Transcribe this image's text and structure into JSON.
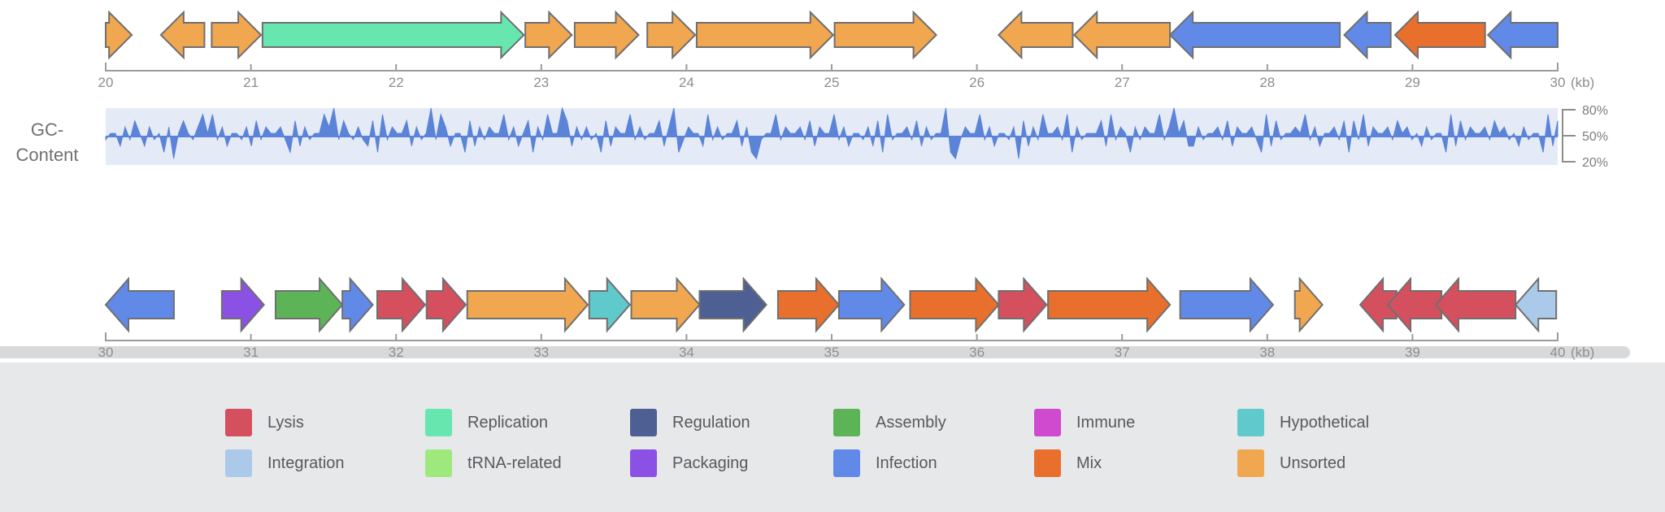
{
  "app": {
    "description": "phage genome annotation map with GC-content track and functional category legend"
  },
  "style": {
    "axis_color": "#9b9b9b",
    "arrow_outline": "#6f6f6f",
    "scrollbar_color": "#d8d9db",
    "legend_background": "#e7e8ea"
  },
  "category_colors": {
    "lysis": "#d5505f",
    "replication": "#67e6af",
    "regulation": "#4e5f93",
    "assembly": "#5db457",
    "immune": "#d04ad0",
    "hypothetical": "#5fc9cb",
    "integration": "#abc9e9",
    "trna_related": "#9de97d",
    "packaging": "#8b50e4",
    "infection": "#6189e8",
    "mix": "#e8702c",
    "unsorted": "#f1a74f"
  },
  "gc_track": {
    "label_lines": [
      "GC-",
      "Content"
    ],
    "band_color": "#e4ebf7",
    "area_color": "#5b83d8",
    "axis_tick_labels": [
      "80%",
      "50%",
      "20%"
    ]
  },
  "chart_data": [
    {
      "type": "gene_map",
      "title": "upper gene arrow track",
      "x_range_kb": [
        20,
        30
      ],
      "ticks": [
        20,
        21,
        22,
        23,
        24,
        25,
        26,
        27,
        28,
        29,
        30
      ],
      "axis_unit": "(kb)",
      "genes": [
        {
          "start_kb": 20.0,
          "end_kb": 20.18,
          "strand": "+",
          "category": "unsorted"
        },
        {
          "start_kb": 20.38,
          "end_kb": 20.68,
          "strand": "-",
          "category": "unsorted"
        },
        {
          "start_kb": 20.73,
          "end_kb": 21.07,
          "strand": "+",
          "category": "unsorted"
        },
        {
          "start_kb": 21.08,
          "end_kb": 22.88,
          "strand": "+",
          "category": "replication"
        },
        {
          "start_kb": 22.89,
          "end_kb": 23.21,
          "strand": "+",
          "category": "unsorted"
        },
        {
          "start_kb": 23.23,
          "end_kb": 23.67,
          "strand": "+",
          "category": "unsorted"
        },
        {
          "start_kb": 23.73,
          "end_kb": 24.06,
          "strand": "+",
          "category": "unsorted"
        },
        {
          "start_kb": 24.07,
          "end_kb": 25.01,
          "strand": "+",
          "category": "unsorted"
        },
        {
          "start_kb": 25.02,
          "end_kb": 25.72,
          "strand": "+",
          "category": "unsorted"
        },
        {
          "start_kb": 26.15,
          "end_kb": 26.66,
          "strand": "-",
          "category": "unsorted"
        },
        {
          "start_kb": 26.67,
          "end_kb": 27.33,
          "strand": "-",
          "category": "unsorted"
        },
        {
          "start_kb": 27.33,
          "end_kb": 28.5,
          "strand": "-",
          "category": "infection"
        },
        {
          "start_kb": 28.53,
          "end_kb": 28.85,
          "strand": "-",
          "category": "infection"
        },
        {
          "start_kb": 28.88,
          "end_kb": 29.5,
          "strand": "-",
          "category": "mix"
        },
        {
          "start_kb": 29.52,
          "end_kb": 30.0,
          "strand": "-",
          "category": "infection"
        }
      ]
    },
    {
      "type": "area",
      "title": "GC-Content",
      "x_range_kb": [
        20,
        30
      ],
      "y_range_percent": [
        20,
        80
      ],
      "baseline_percent": 50,
      "y_tick_labels": [
        "80%",
        "50%",
        "20%"
      ],
      "encoding": "each digit d maps to 20 + d*60/9 percent GC, points evenly spaced along the track",
      "profile_digits": "455364753645261575468584635546374655642736455869475464372846557364594863552736465584635726485597364645273655846455736924655384645573621455846556473655846355463728455647364559214655846355461736485564826455573846526465584695733645564736556428374556584635564727483655647564536455283746556475645364552837"
    },
    {
      "type": "gene_map",
      "title": "lower gene arrow track",
      "x_range_kb": [
        30,
        40
      ],
      "ticks": [
        30,
        31,
        32,
        33,
        34,
        35,
        36,
        37,
        38,
        39,
        40
      ],
      "axis_unit": "(kb)",
      "genes": [
        {
          "start_kb": 30.0,
          "end_kb": 30.47,
          "strand": "-",
          "category": "infection"
        },
        {
          "start_kb": 30.8,
          "end_kb": 31.09,
          "strand": "+",
          "category": "packaging"
        },
        {
          "start_kb": 31.17,
          "end_kb": 31.63,
          "strand": "+",
          "category": "assembly"
        },
        {
          "start_kb": 31.63,
          "end_kb": 31.84,
          "strand": "+",
          "category": "infection"
        },
        {
          "start_kb": 31.87,
          "end_kb": 32.2,
          "strand": "+",
          "category": "lysis"
        },
        {
          "start_kb": 32.21,
          "end_kb": 32.48,
          "strand": "+",
          "category": "lysis"
        },
        {
          "start_kb": 32.49,
          "end_kb": 33.32,
          "strand": "+",
          "category": "unsorted"
        },
        {
          "start_kb": 33.33,
          "end_kb": 33.61,
          "strand": "+",
          "category": "hypothetical"
        },
        {
          "start_kb": 33.62,
          "end_kb": 34.09,
          "strand": "+",
          "category": "unsorted"
        },
        {
          "start_kb": 34.09,
          "end_kb": 34.55,
          "strand": "+",
          "category": "regulation"
        },
        {
          "start_kb": 34.63,
          "end_kb": 35.05,
          "strand": "+",
          "category": "mix"
        },
        {
          "start_kb": 35.05,
          "end_kb": 35.5,
          "strand": "+",
          "category": "infection"
        },
        {
          "start_kb": 35.54,
          "end_kb": 36.15,
          "strand": "+",
          "category": "mix"
        },
        {
          "start_kb": 36.15,
          "end_kb": 36.48,
          "strand": "+",
          "category": "lysis"
        },
        {
          "start_kb": 36.49,
          "end_kb": 37.33,
          "strand": "+",
          "category": "mix"
        },
        {
          "start_kb": 37.4,
          "end_kb": 38.04,
          "strand": "+",
          "category": "infection"
        },
        {
          "start_kb": 38.19,
          "end_kb": 38.38,
          "strand": "+",
          "category": "unsorted"
        },
        {
          "start_kb": 38.64,
          "end_kb": 38.89,
          "strand": "-",
          "category": "lysis"
        },
        {
          "start_kb": 38.83,
          "end_kb": 39.2,
          "strand": "-",
          "category": "lysis"
        },
        {
          "start_kb": 39.16,
          "end_kb": 39.71,
          "strand": "-",
          "category": "lysis"
        },
        {
          "start_kb": 39.71,
          "end_kb": 39.99,
          "strand": "-",
          "category": "integration"
        }
      ]
    }
  ],
  "legend": {
    "items": [
      {
        "label": "Lysis",
        "category": "lysis",
        "row": 0,
        "col": 0
      },
      {
        "label": "Replication",
        "category": "replication",
        "row": 0,
        "col": 1
      },
      {
        "label": "Regulation",
        "category": "regulation",
        "row": 0,
        "col": 2
      },
      {
        "label": "Assembly",
        "category": "assembly",
        "row": 0,
        "col": 3
      },
      {
        "label": "Immune",
        "category": "immune",
        "row": 0,
        "col": 4
      },
      {
        "label": "Hypothetical",
        "category": "hypothetical",
        "row": 0,
        "col": 5
      },
      {
        "label": "Integration",
        "category": "integration",
        "row": 1,
        "col": 0
      },
      {
        "label": "tRNA-related",
        "category": "trna_related",
        "row": 1,
        "col": 1
      },
      {
        "label": "Packaging",
        "category": "packaging",
        "row": 1,
        "col": 2
      },
      {
        "label": "Infection",
        "category": "infection",
        "row": 1,
        "col": 3
      },
      {
        "label": "Mix",
        "category": "mix",
        "row": 1,
        "col": 4
      },
      {
        "label": "Unsorted",
        "category": "unsorted",
        "row": 1,
        "col": 5
      }
    ]
  }
}
